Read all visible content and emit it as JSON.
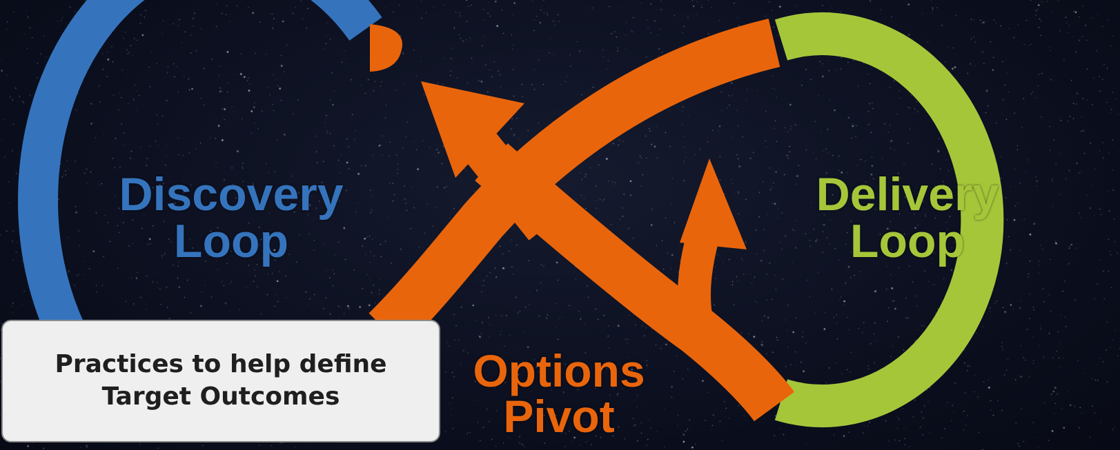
{
  "colors": {
    "discovery": "#3574bd",
    "delivery": "#a6c63a",
    "options": "#e9650c",
    "background": "#0b0f1e"
  },
  "diagram": {
    "discovery": {
      "line1": "Discovery",
      "line2": "Loop"
    },
    "delivery": {
      "line1": "Delivery",
      "line2": "Loop"
    },
    "options": {
      "line1": "Options",
      "line2": "Pivot"
    }
  },
  "callout": {
    "line1": "Practices to help define",
    "line2": "Target Outcomes"
  }
}
